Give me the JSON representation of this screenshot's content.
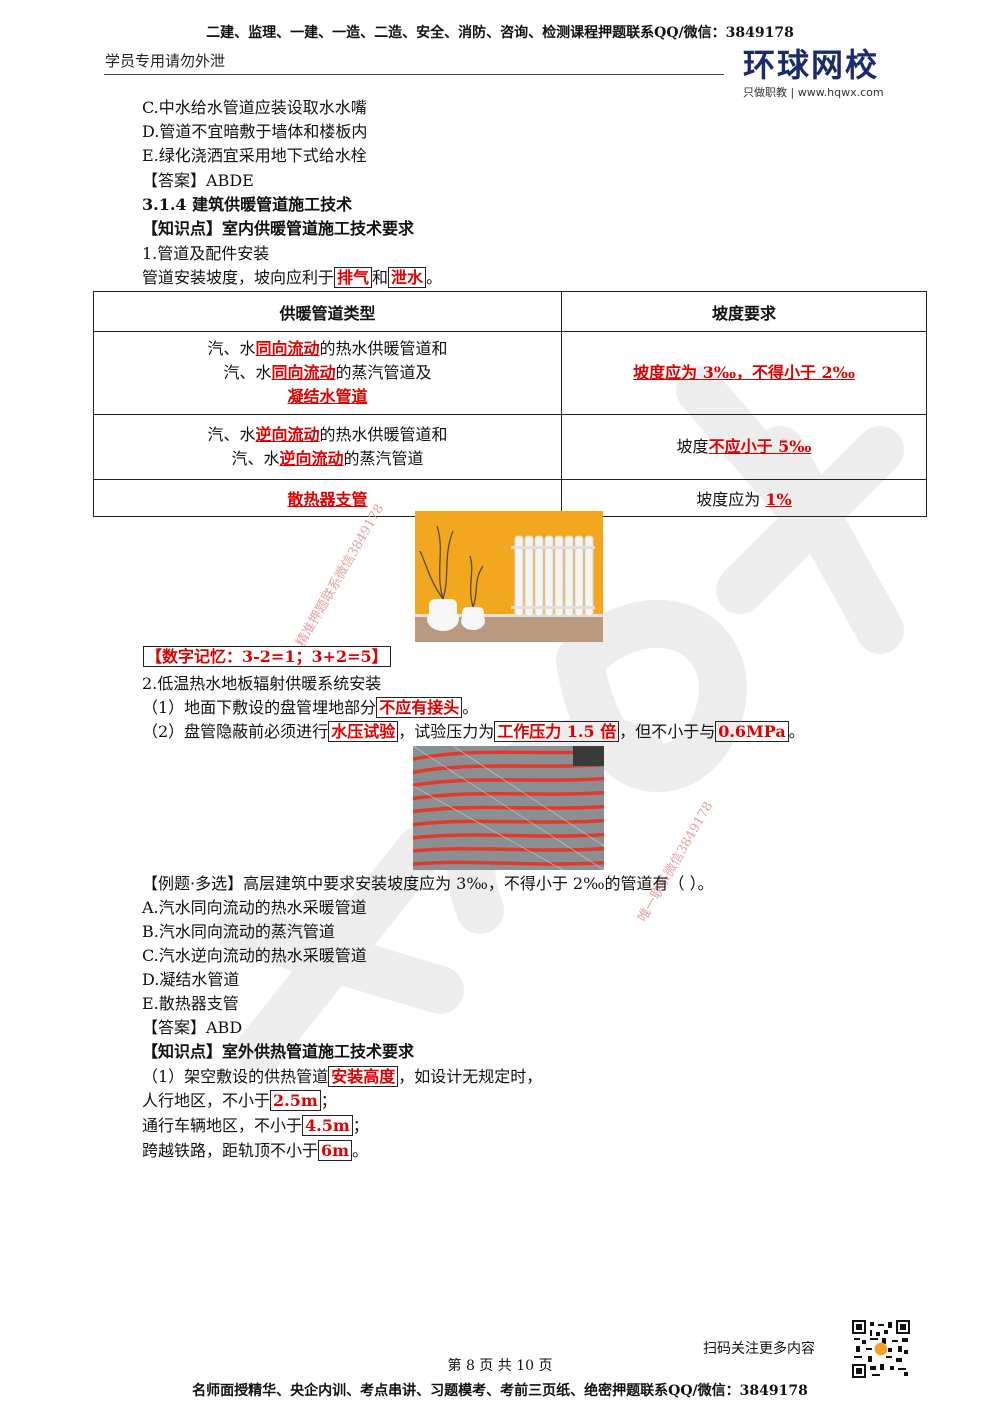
{
  "header": {
    "banner": "二建、监理、一建、一造、二造、安全、消防、咨询、检测课程押题联系QQ/微信：3849178",
    "left_note": "学员专用请勿外泄",
    "logo_name": "环球网校",
    "logo_sub": "只做职教 | www.hqwx.com"
  },
  "prev_options": [
    "C.中水给水管道应装设取水水嘴",
    "D.管道不宜暗敷于墙体和楼板内",
    "E.绿化浇洒宜采用地下式给水栓"
  ],
  "prev_answer": "【答案】ABDE",
  "section_title": "3.1.4 建筑供暖管道施工技术",
  "kp1_title": "【知识点】室内供暖管道施工技术要求",
  "sub1": "1.管道及配件安装",
  "slope_line": {
    "pre": "管道安装坡度，坡向应利于",
    "k1": "排气",
    "mid": "和",
    "k2": "泄水",
    "post": "。"
  },
  "table": {
    "headers": [
      "供暖管道类型",
      "坡度要求"
    ],
    "row1": {
      "l1a": "汽、水",
      "l1b": "同向流动",
      "l1c": "的热水供暖管道和",
      "l2a": "汽、水",
      "l2b": "同向流动",
      "l2c": "的蒸汽管道及",
      "l3": "凝结水管道",
      "req": "坡度应为 3‰，不得小于 2‰"
    },
    "row2": {
      "l1a": "汽、水",
      "l1b": "逆向流动",
      "l1c": "的热水供暖管道和",
      "l2a": "汽、水",
      "l2b": "逆向流动",
      "l2c": "的蒸汽管道",
      "req_a": "坡度",
      "req_b": "不应小于 5‰"
    },
    "row3": {
      "type": "散热器支管",
      "req_a": "坡度应为 ",
      "req_b": "1%"
    }
  },
  "memory_tip": "【数字记忆：3-2=1；3+2=5】",
  "sub2": "2.低温热水地板辐射供暖系统安装",
  "item1": {
    "pre": "（1）地面下敷设的盘管埋地部分",
    "k": "不应有接头",
    "post": "。"
  },
  "item2": {
    "pre": "（2）盘管隐蔽前必须进行",
    "k1": "水压试验",
    "mid1": "，试验压力为",
    "k2": "工作压力 1.5 倍",
    "mid2": "，但不小于与",
    "k3": "0.6MPa",
    "post": "。"
  },
  "example": {
    "stem": "【例题·多选】高层建筑中要求安装坡度应为 3‰，不得小于 2‰的管道有（    ）。",
    "options": [
      "A.汽水同向流动的热水采暖管道",
      "B.汽水同向流动的蒸汽管道",
      "C.汽水逆向流动的热水采暖管道",
      "D.凝结水管道",
      "E.散热器支管"
    ],
    "answer": "【答案】ABD"
  },
  "kp2_title": "【知识点】室外供热管道施工技术要求",
  "kp2": {
    "l1_pre": "（1）架空敷设的供热管道",
    "l1_k": "安装高度",
    "l1_post": "，如设计无规定时，",
    "l2_pre": "人行地区，不小于",
    "l2_k": "2.5m",
    "l2_post": "；",
    "l3_pre": "通行车辆地区，不小于",
    "l3_k": "4.5m",
    "l3_post": "；",
    "l4_pre": "跨越铁路，距轨顶不小于",
    "l4_k": "6m",
    "l4_post": "。"
  },
  "watermarks": [
    "精准押题联系微信3849178",
    "唯一联系微信3849178"
  ],
  "footer": {
    "scan": "扫码关注更多内容",
    "page": "第 8 页 共 10 页",
    "banner": "名师面授精华、央企内训、考点串讲、习题模考、考前三页纸、绝密押题联系QQ/微信：3849178"
  }
}
